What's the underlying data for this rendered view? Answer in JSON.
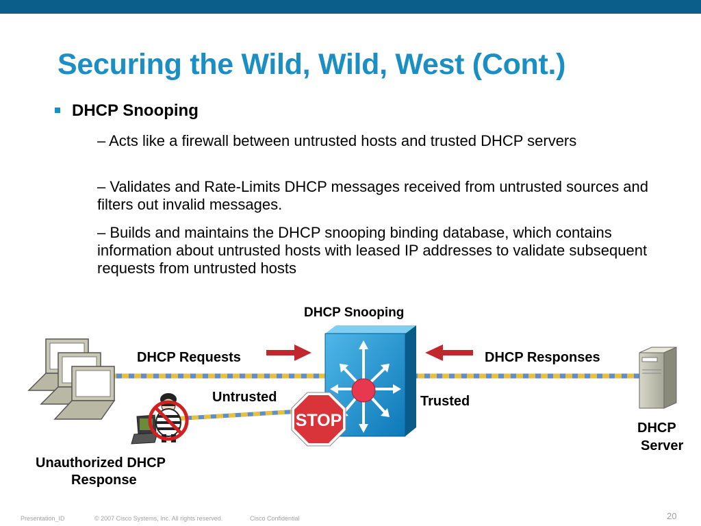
{
  "slide": {
    "title": "Securing the Wild, Wild, West (Cont.)",
    "bullet": "DHCP Snooping",
    "subpoints": [
      "– Acts like a firewall between untrusted hosts and trusted DHCP servers",
      "– Validates and Rate-Limits DHCP messages received from untrusted sources and filters out invalid messages.",
      "– Builds and maintains the DHCP snooping binding database, which contains information about untrusted hosts with leased IP addresses to validate subsequent requests from untrusted hosts"
    ]
  },
  "diagram": {
    "switch_label": "DHCP Snooping",
    "requests_label": "DHCP Requests",
    "responses_label": "DHCP Responses",
    "untrusted_label": "Untrusted",
    "trusted_label": "Trusted",
    "server_label_line1": "DHCP",
    "server_label_line2": "Server",
    "rogue_label_line1": "Unauthorized DHCP",
    "rogue_label_line2": "Response",
    "stop_text": "STOP",
    "colors": {
      "title": "#1b8fc4",
      "switch": "#0f8fd0",
      "arrow": "#c0282d",
      "stop": "#d9343a",
      "link_yellow": "#e8c040",
      "link_blue": "#5e8fc8"
    }
  },
  "footer": {
    "presentation_id": "Presentation_ID",
    "copyright": "© 2007 Cisco Systems, Inc. All rights reserved.",
    "confidential": "Cisco Confidential",
    "page_number": "20"
  }
}
